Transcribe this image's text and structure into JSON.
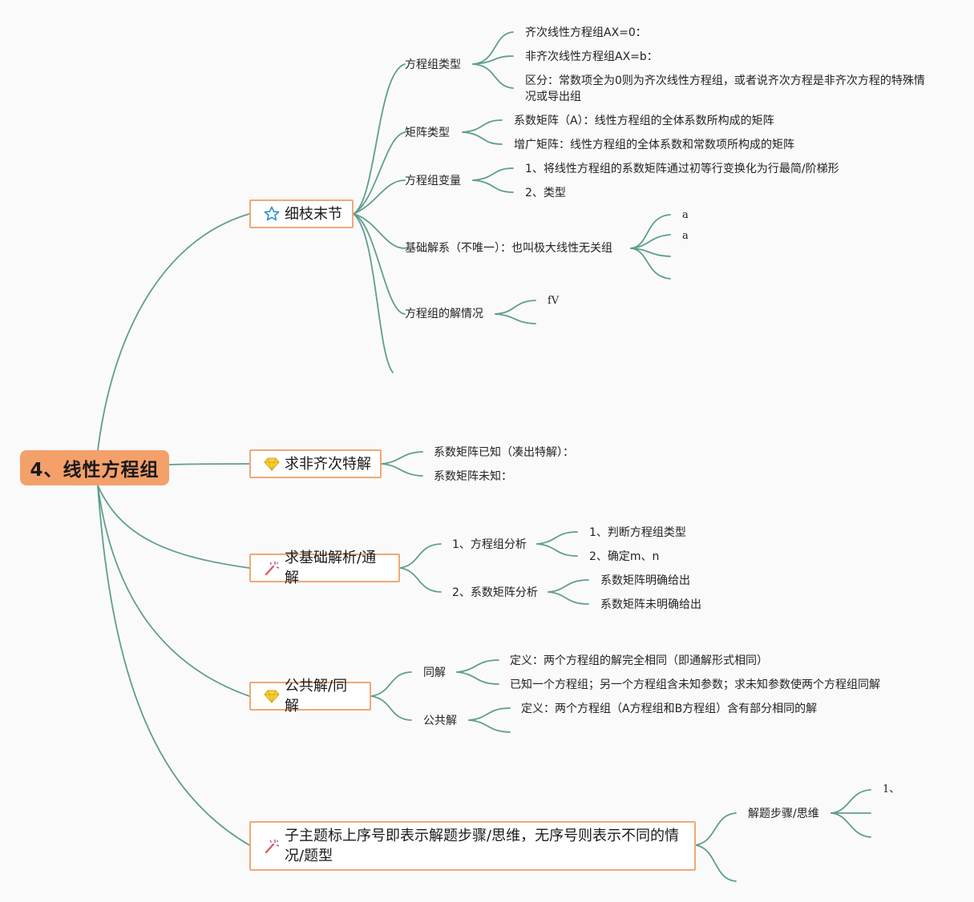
{
  "root": {
    "title": "4、线性方程组"
  },
  "branch1": {
    "title": "细枝末节",
    "icon": "star-icon",
    "fcx": "方程组类型",
    "fcx_1": "齐次线性方程组AX=0：",
    "fcx_2": "非齐次线性方程组AX=b：",
    "fcx_3": "区分：常数项全为0则为齐次线性方程组，或者说齐次方程是非齐次方程的特殊情况或导出组",
    "jz": "矩阵类型",
    "jz_1": "系数矩阵（A）：线性方程组的全体系数所构成的矩阵",
    "jz_2": "增广矩阵：线性方程组的全体系数和常数项所构成的矩阵",
    "bl": "方程组变量",
    "bl_1": "1、将线性方程组的系数矩阵通过初等行变换化为行最简/阶梯形",
    "bl_2": "2、类型",
    "jc": "基础解系（不唯一）：也叫极大线性无关组",
    "jc_1": "a",
    "jc_2": "a",
    "qk": "方程组的解情况",
    "qk_1": "fV"
  },
  "branch2": {
    "title": "求非齐次特解",
    "icon": "diamond-icon",
    "c1": "系数矩阵已知（凑出特解）：",
    "c2": "系数矩阵未知："
  },
  "branch3": {
    "title": "求基础解析/通解",
    "icon": "magic-wand-icon",
    "a": "1、方程组分析",
    "a_1": "1、判断方程组类型",
    "a_2": "2、确定m、n",
    "b": "2、系数矩阵分析",
    "b_1": "系数矩阵明确给出",
    "b_2": "系数矩阵未明确给出"
  },
  "branch4": {
    "title": "公共解/同解",
    "icon": "diamond-icon",
    "tj": "同解",
    "tj_1": "定义：两个方程组的解完全相同（即通解形式相同）",
    "tj_2": "已知一个方程组；另一个方程组含未知参数；求未知参数使两个方程组同解",
    "gg": "公共解",
    "gg_1": "定义：两个方程组（A方程组和B方程组）含有部分相同的解"
  },
  "branch5": {
    "title": "子主题标上序号即表示解题步骤/思维，无序号则表示不同的情况/题型",
    "icon": "magic-wand-icon",
    "s": "解题步骤/思维",
    "s_1": "1、"
  },
  "colors": {
    "root": "#f4a06a",
    "border": "#f0a877",
    "line": "#5f9e8d"
  }
}
